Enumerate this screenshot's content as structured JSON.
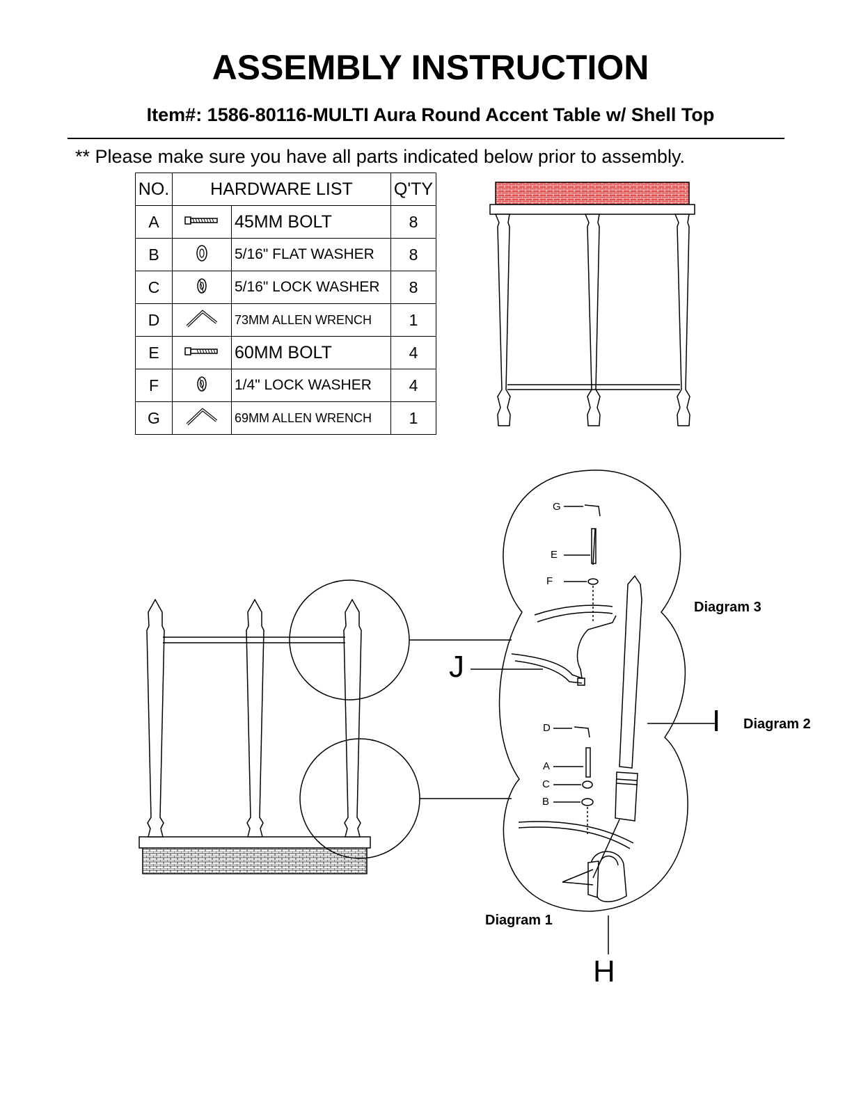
{
  "header": {
    "title": "ASSEMBLY INSTRUCTION",
    "item_line": "Item#: 1586-80116-MULTI Aura Round Accent Table w/ Shell Top",
    "note": "** Please make sure you have all parts indicated below prior to assembly."
  },
  "hardware_table": {
    "headers": {
      "no": "NO.",
      "list": "HARDWARE LIST",
      "qty": "Q'TY"
    },
    "rows": [
      {
        "no": "A",
        "icon": "bolt-icon",
        "name": "45MM BOLT",
        "qty": "8"
      },
      {
        "no": "B",
        "icon": "flat-washer-icon",
        "name": "5/16\" FLAT WASHER",
        "qty": "8"
      },
      {
        "no": "C",
        "icon": "lock-washer-icon",
        "name": "5/16\" LOCK WASHER",
        "qty": "8"
      },
      {
        "no": "D",
        "icon": "allen-wrench-icon",
        "name": "73MM ALLEN WRENCH",
        "qty": "1"
      },
      {
        "no": "E",
        "icon": "bolt-icon",
        "name": "60MM BOLT",
        "qty": "4"
      },
      {
        "no": "F",
        "icon": "lock-washer-icon",
        "name": "1/4\" LOCK WASHER",
        "qty": "4"
      },
      {
        "no": "G",
        "icon": "allen-wrench-icon",
        "name": "69MM ALLEN WRENCH",
        "qty": "1"
      }
    ]
  },
  "diagram": {
    "labels": {
      "diagram1": "Diagram 1",
      "diagram2": "Diagram 2",
      "diagram3": "Diagram 3"
    },
    "part_letters": {
      "H": "H",
      "I": "I",
      "J": "J",
      "A": "A",
      "B": "B",
      "C": "C",
      "D": "D",
      "E": "E",
      "F": "F",
      "G": "G"
    },
    "colors": {
      "shell_top_preview": "#e05050",
      "line": "#000000"
    }
  }
}
